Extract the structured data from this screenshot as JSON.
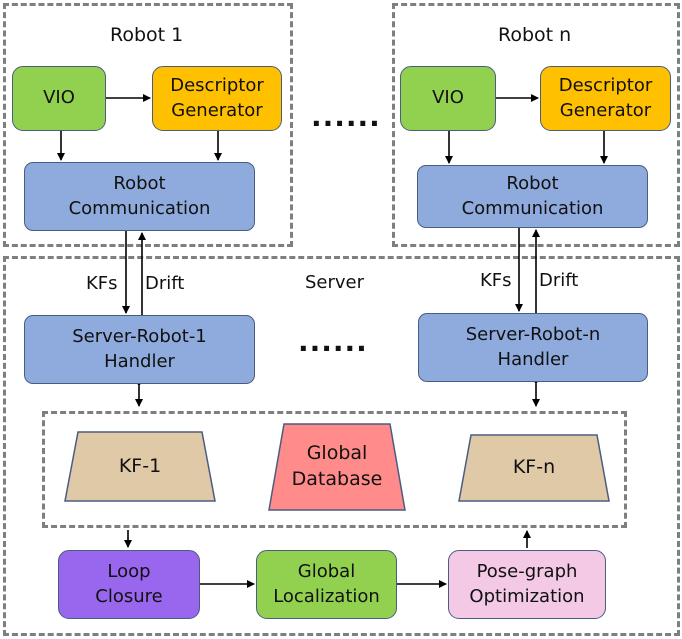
{
  "robot1": {
    "title": "Robot 1",
    "vio": "VIO",
    "descriptor": "Descriptor\nGenerator",
    "comm": "Robot\nCommunication"
  },
  "robotn": {
    "title": "Robot n",
    "vio": "VIO",
    "descriptor": "Descriptor\nGenerator",
    "comm": "Robot\nCommunication"
  },
  "ellipsis": "......",
  "server": {
    "title": "Server",
    "handler1": "Server-Robot-1\nHandler",
    "handlern": "Server-Robot-n\nHandler",
    "kfs": "KFs",
    "drift": "Drift",
    "kf1": "KF-1",
    "kfn": "KF-n",
    "database": "Global\nDatabase",
    "loop": "Loop\nClosure",
    "localization": "Global\nLocalization",
    "pgo": "Pose-graph\nOptimization"
  },
  "colors": {
    "blue": "#8faadc",
    "green": "#92d050",
    "orange": "#ffc000",
    "purple": "#9966ee",
    "pink": "#f3c9e6",
    "tan": "#e0c9a6",
    "red": "#ff8b8b",
    "frame": "#7f7f7f"
  }
}
